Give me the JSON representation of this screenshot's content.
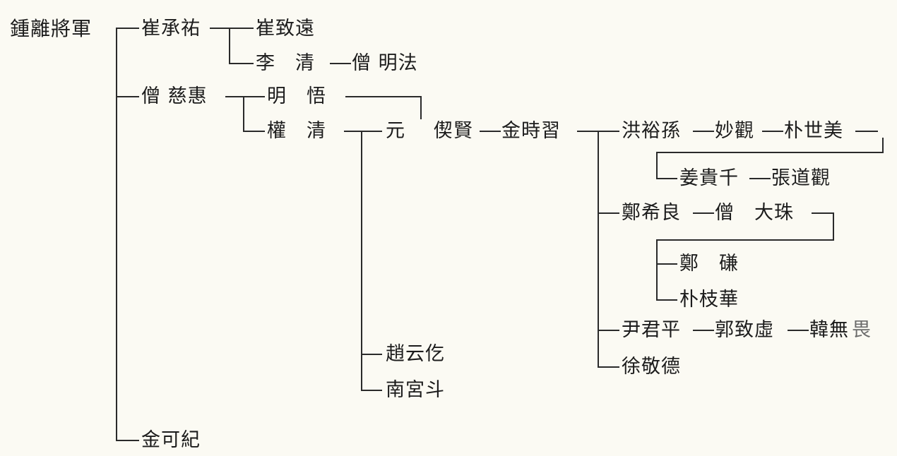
{
  "genealogy": {
    "root": "鍾離將軍",
    "nodes": {
      "choi_seungu": "崔承祐",
      "choi_chiwon": "崔致遠",
      "li_qing": "李　清",
      "myeongbeop": "僧 明法",
      "jahye": "僧 慈惠",
      "myeongo": "明　悟",
      "gwon_cheong": "權　清",
      "won": "元",
      "sahyeon": "偰賢",
      "kim_siseup": "金時習",
      "hong_yuson": "洪裕孫",
      "myogwan": "妙觀",
      "park_semi": "朴世美",
      "kang_gwicheon": "姜貴千",
      "jang_dogwan": "張道觀",
      "jeong_huiryang": "鄭希良",
      "daeju": "僧　大珠",
      "jeong_ryeom": "鄭　磏",
      "park_jihwa": "朴枝華",
      "yun_gunpyeong": "尹君平",
      "gwak_chiheo": "郭致虛",
      "han_muoe_main": "韓無",
      "han_muoe_last": "畏",
      "seo_gyeongdeok": "徐敬德",
      "jo_unheul": "趙云仡",
      "namgung_du": "南宮斗",
      "kim_gagi": "金可紀"
    }
  }
}
